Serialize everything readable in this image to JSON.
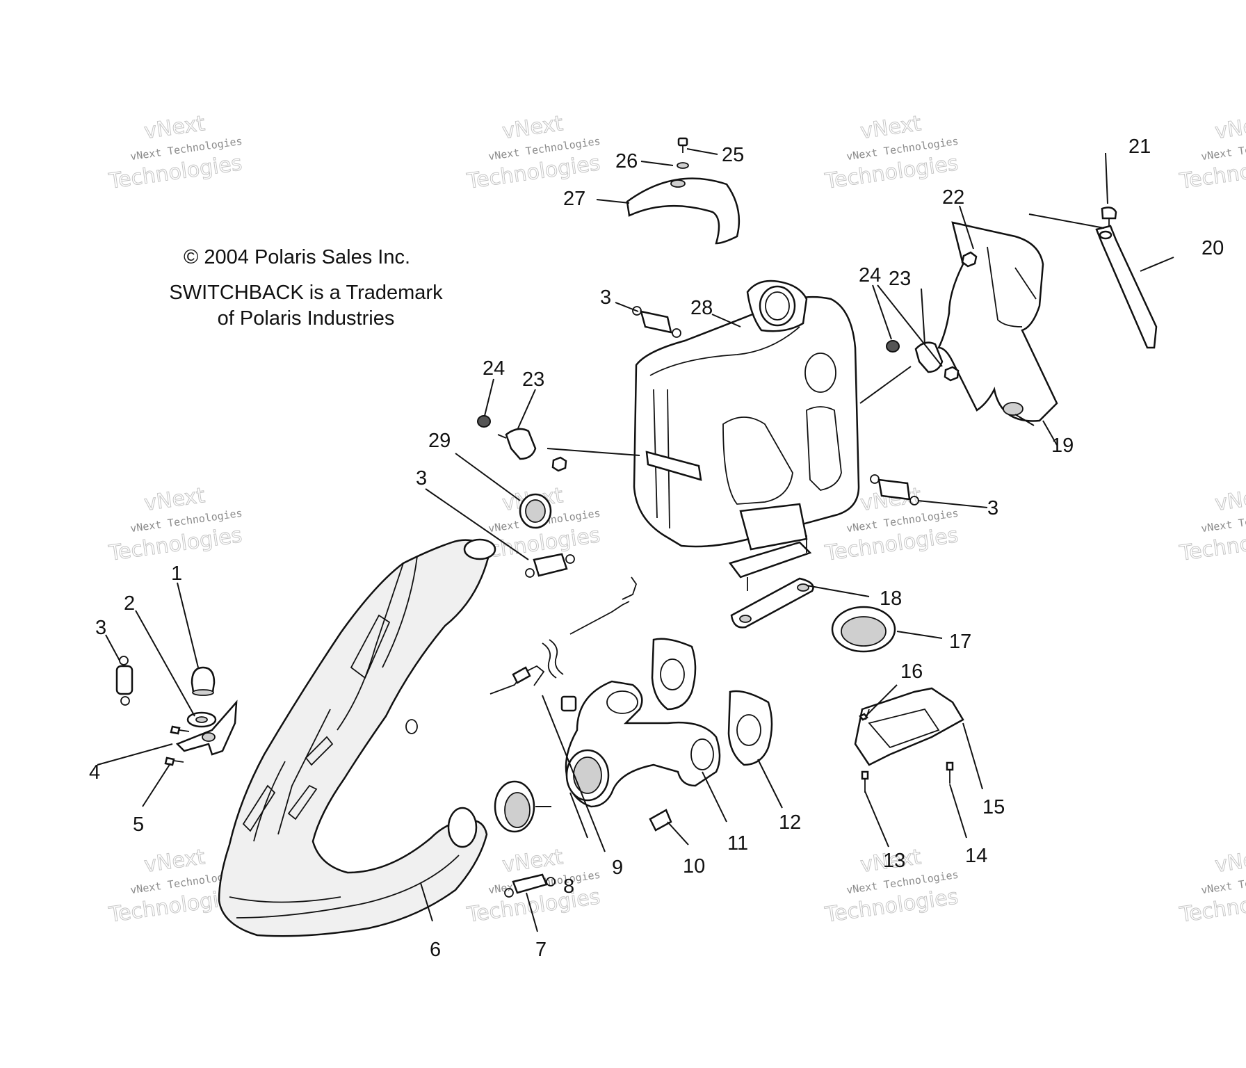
{
  "copyright": "© 2004 Polaris Sales Inc.",
  "trademark_line1": "SWITCHBACK is a Trademark",
  "trademark_line2": "of Polaris Industries",
  "watermark": {
    "small": "vNext Technologies",
    "large": "Technologies",
    "top": "vNext"
  },
  "callouts": [
    "1",
    "2",
    "3",
    "3",
    "3",
    "3",
    "4",
    "5",
    "6",
    "7",
    "8",
    "9",
    "10",
    "11",
    "12",
    "13",
    "14",
    "15",
    "16",
    "17",
    "18",
    "19",
    "20",
    "21",
    "22",
    "23",
    "23",
    "24",
    "24",
    "25",
    "26",
    "27",
    "28",
    "29"
  ]
}
